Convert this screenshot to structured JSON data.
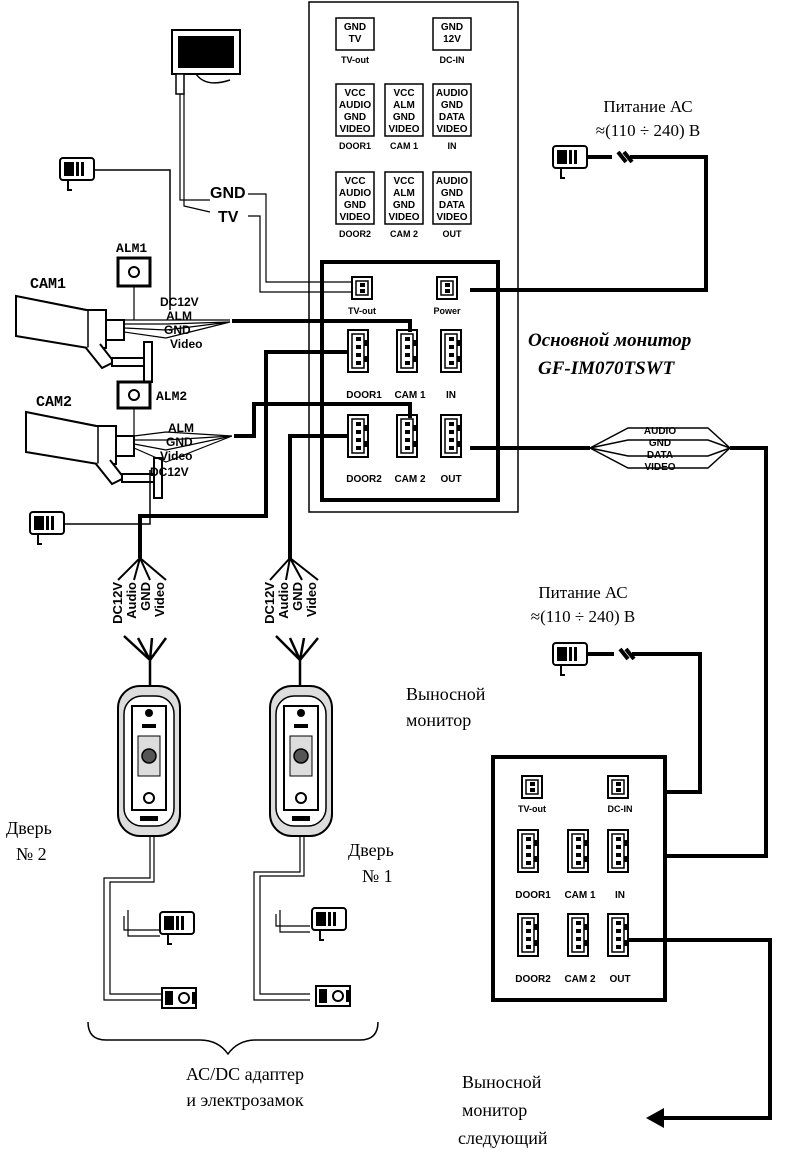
{
  "main_panel": {
    "top_blocks": [
      {
        "lines": [
          "GND",
          "TV"
        ],
        "caption": "TV-out"
      },
      {
        "lines": [
          "GND",
          "12V"
        ],
        "caption": "DC-IN"
      },
      {
        "lines": [
          "VCC",
          "AUDIO",
          "GND",
          "VIDEO"
        ],
        "caption": "DOOR1"
      },
      {
        "lines": [
          "VCC",
          "ALM",
          "GND",
          "VIDEO"
        ],
        "caption": "CAM 1"
      },
      {
        "lines": [
          "AUDIO",
          "GND",
          "DATA",
          "VIDEO"
        ],
        "caption": "IN"
      },
      {
        "lines": [
          "VCC",
          "AUDIO",
          "GND",
          "VIDEO"
        ],
        "caption": "DOOR2"
      },
      {
        "lines": [
          "VCC",
          "ALM",
          "GND",
          "VIDEO"
        ],
        "caption": "CAM 2"
      },
      {
        "lines": [
          "AUDIO",
          "GND",
          "DATA",
          "VIDEO"
        ],
        "caption": "OUT"
      }
    ],
    "connectors": {
      "tvout": "TV-out",
      "power": "Power",
      "door1": "DOOR1",
      "cam1": "CAM 1",
      "in": "IN",
      "door2": "DOOR2",
      "cam2": "CAM 2",
      "out": "OUT"
    },
    "title_line1": "Основной монитор",
    "title_line2": "GF-IM070TSWT"
  },
  "power_main": {
    "line1": "Питание АС",
    "line2": "≈(110 ÷ 240) В"
  },
  "power_remote": {
    "line1": "Питание АС",
    "line2": "≈(110 ÷ 240) В"
  },
  "tv_wires": {
    "gnd": "GND",
    "tv": "TV"
  },
  "cam1": {
    "label": "CAM1",
    "alm": "ALM1",
    "wires": [
      "DC12V",
      "ALM",
      "GND",
      "Video"
    ]
  },
  "cam2": {
    "label": "CAM2",
    "alm": "ALM2",
    "wires": [
      "ALM",
      "GND",
      "Video",
      "DC12V"
    ]
  },
  "out_bundle": [
    "AUDIO",
    "GND",
    "DATA",
    "VIDEO"
  ],
  "door_wires": [
    "DC12V",
    "Audio",
    "GND",
    "Video"
  ],
  "door2_label": {
    "line1": "Дверь",
    "line2": "№ 2"
  },
  "door1_label": {
    "line1": "Дверь",
    "line2": "№ 1"
  },
  "remote_monitor": {
    "line1": "Выносной",
    "line2": "монитор"
  },
  "remote_panel": {
    "tvout": "TV-out",
    "dcin": "DC-IN",
    "door1": "DOOR1",
    "cam1": "CAM 1",
    "in": "IN",
    "door2": "DOOR2",
    "cam2": "CAM 2",
    "out": "OUT"
  },
  "adapter_caption": {
    "line1": "АС/DC адаптер",
    "line2": "и электрозамок"
  },
  "next_monitor": {
    "line1": "Выносной",
    "line2": "монитор",
    "line3": "следующий"
  }
}
